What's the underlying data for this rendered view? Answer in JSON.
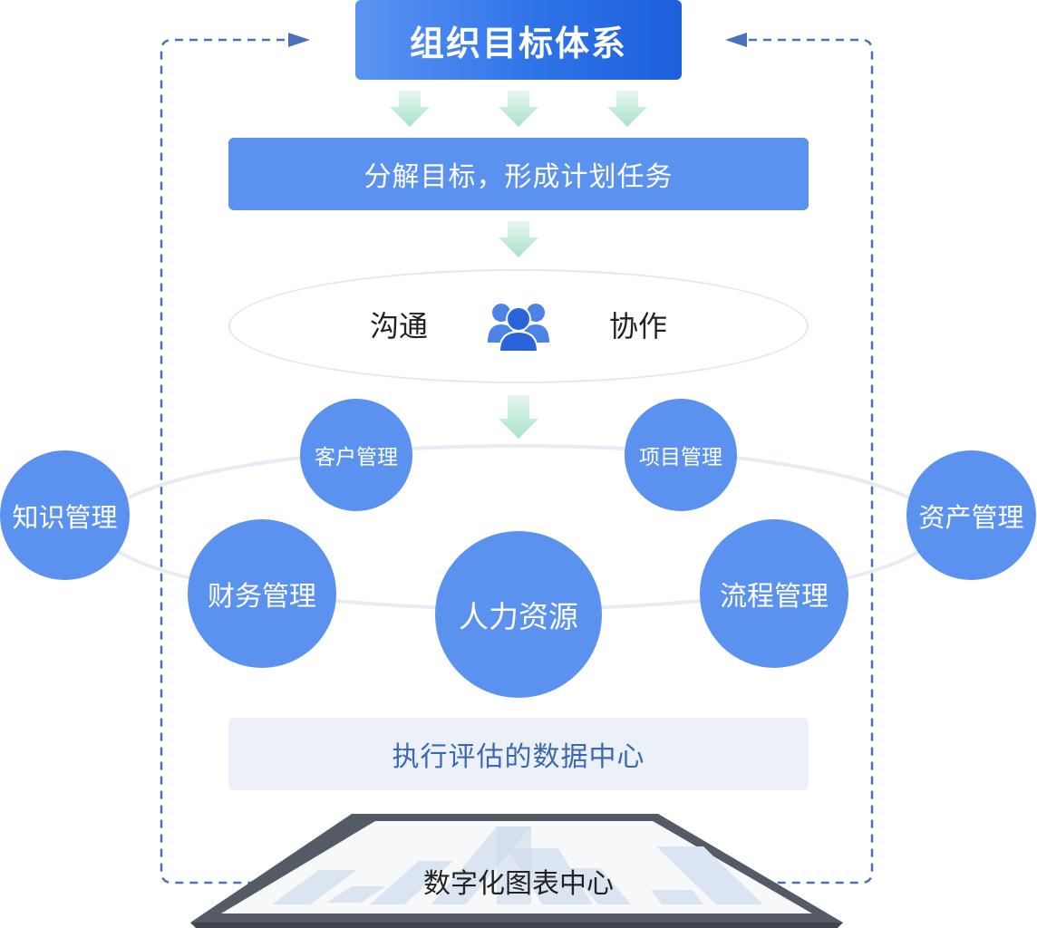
{
  "diagram": {
    "top_title": "组织目标体系",
    "decompose_step": "分解目标，形成计划任务",
    "collab": {
      "left": "沟通",
      "right": "协作"
    },
    "modules": [
      {
        "id": "customer",
        "label": "客户管理"
      },
      {
        "id": "project",
        "label": "项目管理"
      },
      {
        "id": "knowledge",
        "label": "知识管理"
      },
      {
        "id": "asset",
        "label": "资产管理"
      },
      {
        "id": "finance",
        "label": "财务管理"
      },
      {
        "id": "hr",
        "label": "人力资源"
      },
      {
        "id": "process",
        "label": "流程管理"
      }
    ],
    "data_center": "执行评估的数据中心",
    "chart_center": "数字化图表中心",
    "colors": {
      "primary": "#5b91ef",
      "gradient_dark": "#1d5fdc",
      "arrow_green": "#bfeadb",
      "dashed_line": "#4a72b8",
      "panel_bg": "#ecf0f8",
      "panel_text": "#3b68b5",
      "tablet_frame": "#5c6370"
    },
    "icons": [
      "down-arrow-icon",
      "people-icon",
      "dashed-loop-arrow-icon",
      "tablet-chart-icon"
    ]
  }
}
